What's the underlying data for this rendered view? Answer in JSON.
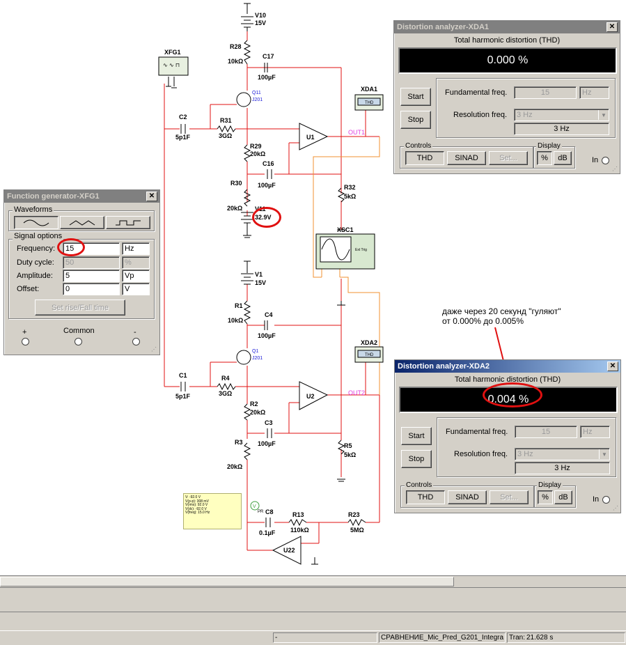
{
  "schematic": {
    "components": {
      "v10": {
        "name": "V10",
        "value": "15V"
      },
      "r28": {
        "name": "R28",
        "value": "10kΩ"
      },
      "c17": {
        "name": "C17",
        "value": "100µF"
      },
      "q11": {
        "name": "Q11",
        "part": "J201"
      },
      "c2": {
        "name": "C2",
        "value": "5p1F"
      },
      "r31": {
        "name": "R31",
        "value": "3GΩ"
      },
      "r29": {
        "name": "R29",
        "value": "20kΩ"
      },
      "c16": {
        "name": "C16",
        "value": "100µF"
      },
      "r30": {
        "name": "R30",
        "value": "20kΩ"
      },
      "v11": {
        "name": "V11",
        "value": "32.9V"
      },
      "u1": {
        "name": "U1"
      },
      "r32": {
        "name": "R32",
        "value": "5kΩ"
      },
      "xfg1": {
        "name": "XFG1"
      },
      "xda1": {
        "name": "XDA1",
        "tag": "THD"
      },
      "xsc1": {
        "name": "XSC1",
        "ext": "Ext Trig"
      },
      "v1": {
        "name": "V1",
        "value": "15V"
      },
      "r1": {
        "name": "R1",
        "value": "10kΩ"
      },
      "c4": {
        "name": "C4",
        "value": "100µF"
      },
      "q1": {
        "name": "Q1",
        "part": "J201"
      },
      "c1": {
        "name": "C1",
        "value": "5p1F"
      },
      "r4": {
        "name": "R4",
        "value": "3GΩ"
      },
      "r2": {
        "name": "R2",
        "value": "20kΩ"
      },
      "c3": {
        "name": "C3",
        "value": "100µF"
      },
      "r3": {
        "name": "R3",
        "value": "20kΩ"
      },
      "u2": {
        "name": "U2"
      },
      "r5": {
        "name": "R5",
        "value": "5kΩ"
      },
      "xda2": {
        "name": "XDA2",
        "tag": "THD"
      },
      "c8": {
        "name": "C8",
        "value": "0.1µF"
      },
      "r13": {
        "name": "R13",
        "value": "110kΩ"
      },
      "r23": {
        "name": "R23",
        "value": "5MΩ"
      },
      "u22": {
        "name": "U22"
      },
      "pr": {
        "name": "PR"
      }
    },
    "nets": {
      "out1": "OUT1",
      "out2": "OUT2"
    },
    "probe_lines": [
      "V: -92.0 V",
      "V(p-p): 308 mV",
      "V(rms): 92.0 V",
      "V(dc): -92.0 V",
      "V(freq): 15.0 Hz"
    ],
    "colors": {
      "wire": "#e01010",
      "gnd": "#000000",
      "scope": "#f09030",
      "net_label": "#e040e0",
      "component": "#000000",
      "part_label": "#1a1ad8"
    }
  },
  "xda1_window": {
    "title": "Distortion analyzer-XDA1",
    "heading": "Total harmonic distortion (THD)",
    "reading": "0.000 %",
    "start": "Start",
    "stop": "Stop",
    "fund_label": "Fundamental freq.",
    "fund_value": "15",
    "fund_unit": "Hz",
    "res_label": "Resolution freq.",
    "res_select": "3 Hz",
    "res_value": "3 Hz",
    "controls_label": "Controls",
    "thd": "THD",
    "sinad": "SINAD",
    "set": "Set...",
    "display_label": "Display",
    "pct": "%",
    "db": "dB",
    "in": "In"
  },
  "xda2_window": {
    "title": "Distortion analyzer-XDA2",
    "heading": "Total harmonic distortion (THD)",
    "reading": "0.004 %",
    "start": "Start",
    "stop": "Stop",
    "fund_label": "Fundamental freq.",
    "fund_value": "15",
    "fund_unit": "Hz",
    "res_label": "Resolution freq.",
    "res_select": "3 Hz",
    "res_value": "3 Hz",
    "controls_label": "Controls",
    "thd": "THD",
    "sinad": "SINAD",
    "set": "Set...",
    "display_label": "Display",
    "pct": "%",
    "db": "dB",
    "in": "In"
  },
  "fg_window": {
    "title": "Function generator-XFG1",
    "waveforms_label": "Waveforms",
    "signal_label": "Signal options",
    "freq_label": "Frequency:",
    "freq_value": "15",
    "freq_unit": "Hz",
    "duty_label": "Duty cycle:",
    "duty_value": "50",
    "duty_unit": "%",
    "amp_label": "Amplitude:",
    "amp_value": "5",
    "amp_unit": "Vp",
    "off_label": "Offset:",
    "off_value": "0",
    "off_unit": "V",
    "rise_button": "Set rise/Fall time",
    "plus": "+",
    "common": "Common",
    "minus": "-"
  },
  "annotation": {
    "line1": "даже  через 20 секунд \"гуляют\"",
    "line2": "от 0.000% до 0.005%"
  },
  "statusbar": {
    "cell1": "-",
    "cell2": "СРАВНЕНИЕ_Mic_Pred_G201_Integra",
    "cell3_label": "Tran:",
    "cell3_value": "21.628 s"
  },
  "highlight_color": "#e01010"
}
